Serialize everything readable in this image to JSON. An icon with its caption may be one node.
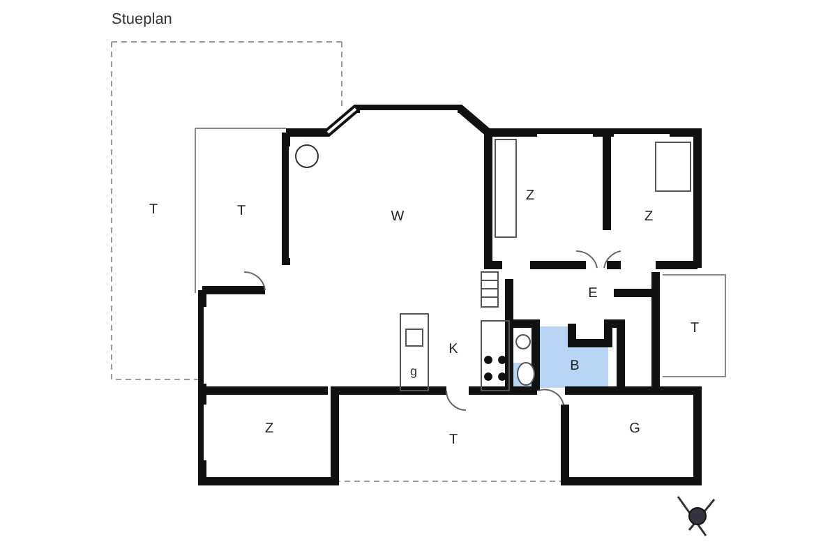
{
  "diagram": {
    "title": "Stueplan",
    "nodes": [
      {
        "text": [
          "T"
        ]
      },
      {
        "text": [
          "T"
        ]
      },
      {
        "text": [
          "W"
        ]
      },
      {
        "text": [
          "Z"
        ]
      },
      {
        "text": [
          "Z"
        ]
      },
      {
        "text": [
          "E"
        ]
      },
      {
        "text": [
          "T"
        ]
      },
      {
        "text": [
          "K"
        ]
      },
      {
        "text": [
          "B"
        ]
      },
      {
        "text": [
          "Z"
        ]
      },
      {
        "text": [
          "T"
        ]
      },
      {
        "text": [
          "G"
        ]
      }
    ],
    "edges": [],
    "labels": [
      "g"
    ]
  }
}
